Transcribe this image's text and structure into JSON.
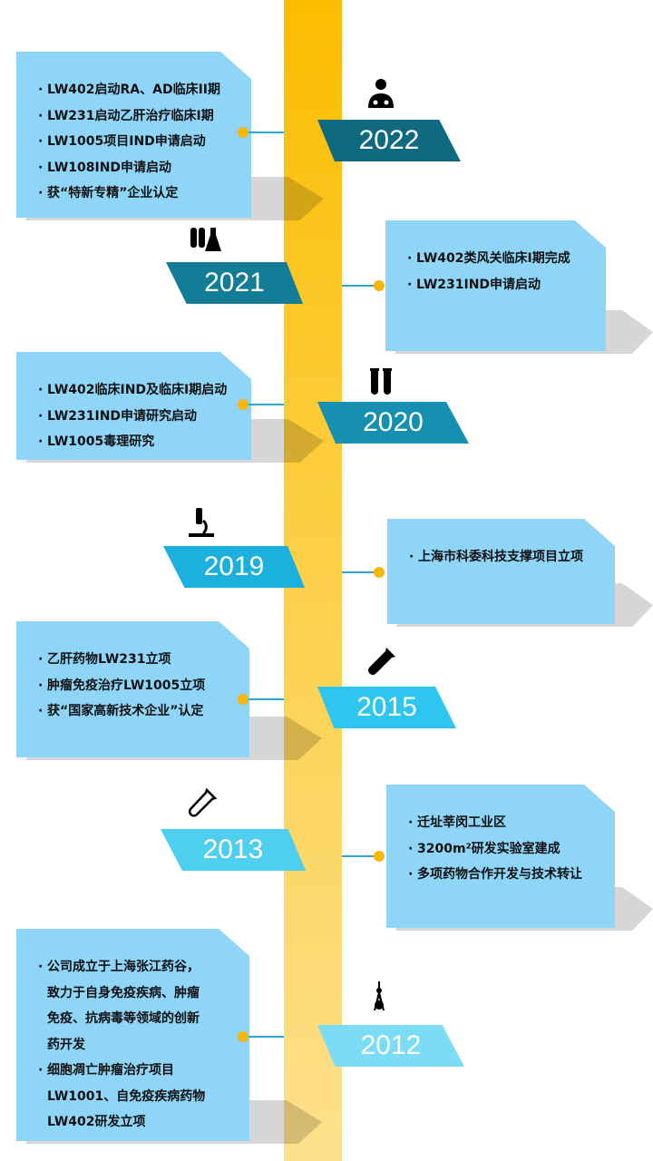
{
  "entries": [
    {
      "year": "2022",
      "icon": "doctor-icon",
      "color": "#0f6a80",
      "items": [
        "LW402启动RA、AD临床II期",
        "LW231启动乙肝治疗临床I期",
        "LW1005项目IND申请启动",
        "LW108IND申请启动",
        "获“特新专精”企业认定"
      ]
    },
    {
      "year": "2021",
      "icon": "lab-flasks-icon",
      "color": "#137d97",
      "items": [
        "LW402类风关临床I期完成",
        "LW231IND申请启动"
      ]
    },
    {
      "year": "2020",
      "icon": "test-tubes-icon",
      "color": "#1690b1",
      "items": [
        "LW402临床IND及临床I期启动",
        "LW231IND申请研究启动",
        "LW1005毒理研究"
      ]
    },
    {
      "year": "2019",
      "icon": "microscope-icon",
      "color": "#1cb0de",
      "items": [
        "上海市科委科技支撑项目立项"
      ]
    },
    {
      "year": "2015",
      "icon": "test-tube-filled-icon",
      "color": "#2ec5ee",
      "items": [
        "乙肝药物LW231立项",
        "肿瘤免疫治疗LW1005立项",
        "获“国家高新技术企业”认定"
      ]
    },
    {
      "year": "2013",
      "icon": "test-tube-outline-icon",
      "color": "#4fcff0",
      "items": [
        "迁址莘闵工业区",
        "3200m²研发实验室建成",
        "多项药物合作开发与技术转让"
      ]
    },
    {
      "year": "2012",
      "icon": "oriental-pearl-tower-icon",
      "color": "#7ddcf5",
      "items": [
        "公司成立于上海张江药谷，\n致力于自身免疫疾病、肿瘤\n免疫、抗病毒等领域的创新\n药开发",
        "细胞凋亡肿瘤治疗项目\nLW1001、自免疫疾病药物\nLW402研发立项"
      ]
    }
  ]
}
